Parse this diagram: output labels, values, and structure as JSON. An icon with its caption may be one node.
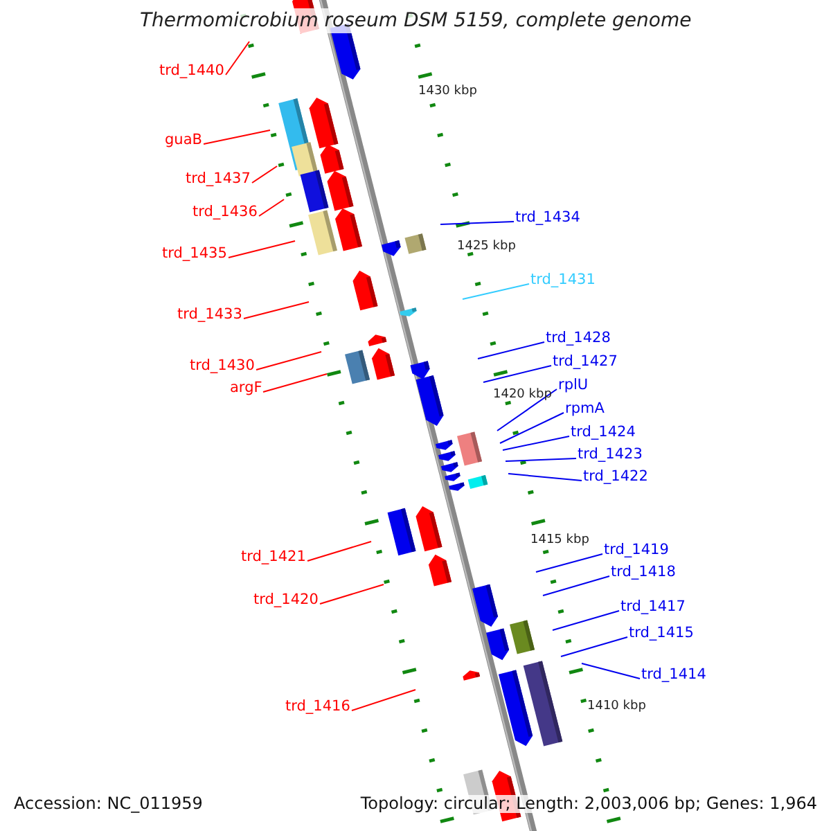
{
  "diagram": {
    "title": "Thermomicrobium roseum DSM 5159, complete genome",
    "nodes": [
      {
        "text": [
          "trd_1440"
        ]
      },
      {
        "text": [
          "guaB"
        ]
      },
      {
        "text": [
          "trd_1437"
        ]
      },
      {
        "text": [
          "trd_1436"
        ]
      },
      {
        "text": [
          "trd_1434"
        ]
      },
      {
        "text": [
          "trd_1435"
        ]
      },
      {
        "text": [
          "trd_1431"
        ]
      },
      {
        "text": [
          "trd_1433"
        ]
      },
      {
        "text": [
          "trd_1428"
        ]
      },
      {
        "text": [
          "trd_1427"
        ]
      },
      {
        "text": [
          "trd_1430"
        ]
      },
      {
        "text": [
          "rplU"
        ]
      },
      {
        "text": [
          "argF"
        ]
      },
      {
        "text": [
          "rpmA"
        ]
      },
      {
        "text": [
          "trd_1424"
        ]
      },
      {
        "text": [
          "trd_1423"
        ]
      },
      {
        "text": [
          "trd_1422"
        ]
      },
      {
        "text": [
          "trd_1419"
        ]
      },
      {
        "text": [
          "trd_1421"
        ]
      },
      {
        "text": [
          "trd_1418"
        ]
      },
      {
        "text": [
          "trd_1420"
        ]
      },
      {
        "text": [
          "trd_1417"
        ]
      },
      {
        "text": [
          "trd_1415"
        ]
      },
      {
        "text": [
          "trd_1414"
        ]
      },
      {
        "text": [
          "trd_1416"
        ]
      }
    ],
    "edges": [
      {
        "from": 0,
        "to": null,
        "arrow": "none",
        "color": "#ff0000"
      },
      {
        "from": 1,
        "to": null,
        "arrow": "none",
        "color": "#ff0000"
      },
      {
        "from": 2,
        "to": null,
        "arrow": "none",
        "color": "#ff0000"
      },
      {
        "from": 3,
        "to": null,
        "arrow": "none",
        "color": "#ff0000"
      },
      {
        "from": 4,
        "to": null,
        "arrow": "none"
      },
      {
        "from": 5,
        "to": null,
        "arrow": "none",
        "color": "#ff0000"
      },
      {
        "from": 6,
        "to": null,
        "arrow": "none",
        "color": "#33ccff"
      },
      {
        "from": 7,
        "to": null,
        "arrow": "none",
        "color": "#ff0000"
      },
      {
        "from": 8,
        "to": null,
        "arrow": "none"
      },
      {
        "from": 9,
        "to": null,
        "arrow": "none"
      },
      {
        "from": 10,
        "to": null,
        "arrow": "none",
        "color": "#ff0000"
      },
      {
        "from": 11,
        "to": null,
        "arrow": "none"
      },
      {
        "from": 12,
        "to": null,
        "arrow": "none",
        "color": "#ff0000"
      },
      {
        "from": 13,
        "to": null,
        "arrow": "none"
      },
      {
        "from": 14,
        "to": null,
        "arrow": "none"
      },
      {
        "from": 15,
        "to": null,
        "arrow": "none"
      },
      {
        "from": 16,
        "to": null,
        "arrow": "none"
      },
      {
        "from": 17,
        "to": null,
        "arrow": "none"
      },
      {
        "from": 18,
        "to": null,
        "arrow": "none",
        "color": "#ff0000"
      },
      {
        "from": 19,
        "to": null,
        "arrow": "none"
      },
      {
        "from": 20,
        "to": null,
        "arrow": "none",
        "color": "#ff0000"
      },
      {
        "from": 21,
        "to": null,
        "arrow": "none"
      },
      {
        "from": 22,
        "to": null,
        "arrow": "none"
      },
      {
        "from": 23,
        "to": null,
        "arrow": "none"
      },
      {
        "from": 24,
        "to": null,
        "arrow": "none",
        "color": "#ff0000"
      }
    ],
    "labels": [
      "1430 kbp",
      "1425 kbp",
      "1420 kbp",
      "1415 kbp",
      "1410 kbp",
      "Accession: NC_011959",
      "Topology: circular; Length: 2,003,006 bp; Genes: 1,964"
    ]
  }
}
